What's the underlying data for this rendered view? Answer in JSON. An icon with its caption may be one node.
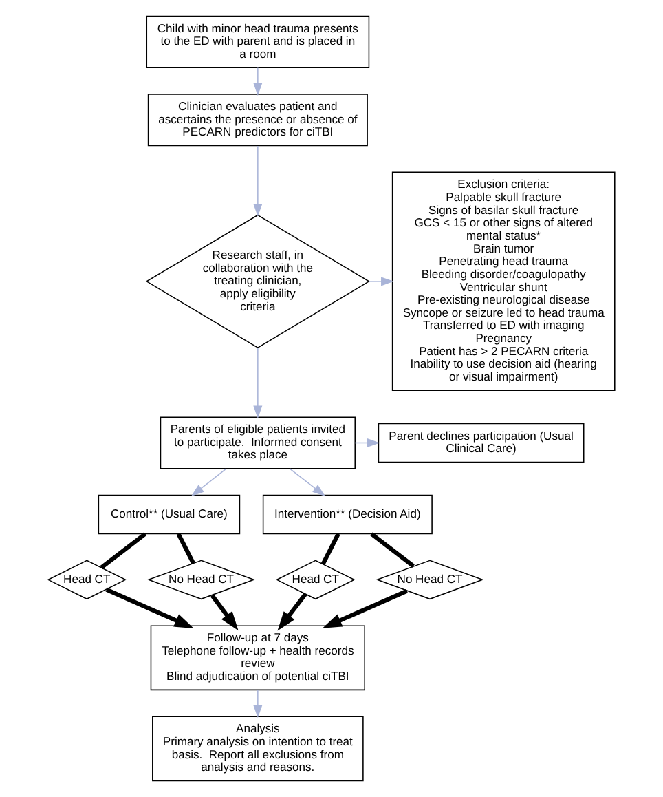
{
  "diagram": {
    "nodes": [
      {
        "text": [
          "Child with minor head trauma presents to the ED with parent and is placed in a room"
        ]
      },
      {
        "text": [
          "Clinician evaluates patient and ascertains the presence or absence of PECARN predictors for ciTBI"
        ]
      },
      {
        "text": [
          "Research staff, in collaboration with the treating clinician, apply eligibility criteria"
        ]
      },
      {
        "text": [
          "Exclusion criteria:",
          "Palpable skull fracture",
          "Signs of basilar skull fracture",
          "GCS < 15 or other signs of altered mental status*",
          "Brain tumor",
          "Penetrating head trauma",
          "Bleeding disorder/coagulopathy",
          "Ventricular shunt",
          "Pre-existing neurological disease",
          "Syncope or seizure led to head trauma",
          "Transferred to ED with imaging",
          "Pregnancy",
          "Patient has > 2 PECARN criteria",
          "Inability to use decision aid (hearing or visual impairment)"
        ]
      },
      {
        "text": [
          "Parents of eligible patients invited to participate.  Informed consent takes place"
        ]
      },
      {
        "text": [
          "Parent declines participation (Usual Clinical Care)"
        ]
      },
      {
        "text": [
          "Control** (Usual Care)"
        ]
      },
      {
        "text": [
          "Intervention** (Decision Aid)"
        ]
      },
      {
        "text": [
          "Head CT"
        ]
      },
      {
        "text": [
          "No Head CT"
        ]
      },
      {
        "text": [
          "Head CT"
        ]
      },
      {
        "text": [
          "No Head CT"
        ]
      },
      {
        "text": [
          "Follow-up at 7 days",
          "Telephone follow-up + health records review",
          "Blind adjudication of potential ciTBI"
        ]
      },
      {
        "text": [
          "Analysis",
          "Primary analysis on intention to treat basis.  Report all exclusions from analysis and reasons."
        ]
      }
    ],
    "edges": [
      {
        "from": 0,
        "to": 1,
        "arrow": "to"
      },
      {
        "from": 1,
        "to": 2,
        "arrow": "to"
      },
      {
        "from": 2,
        "to": 3,
        "arrow": "to"
      },
      {
        "from": 2,
        "to": 4,
        "arrow": "to"
      },
      {
        "from": 4,
        "to": 5,
        "arrow": "to"
      },
      {
        "from": 4,
        "to": 6,
        "arrow": "to"
      },
      {
        "from": 4,
        "to": 7,
        "arrow": "to"
      },
      {
        "from": 6,
        "to": 8,
        "arrow": "none",
        "style": "thick",
        "color": "#000000"
      },
      {
        "from": 6,
        "to": 9,
        "arrow": "none",
        "style": "thick",
        "color": "#000000"
      },
      {
        "from": 7,
        "to": 10,
        "arrow": "none",
        "style": "thick",
        "color": "#000000"
      },
      {
        "from": 7,
        "to": 11,
        "arrow": "none",
        "style": "thick",
        "color": "#000000"
      },
      {
        "from": 8,
        "to": 12,
        "arrow": "to",
        "style": "thick",
        "color": "#000000"
      },
      {
        "from": 9,
        "to": 12,
        "arrow": "to",
        "style": "thick",
        "color": "#000000"
      },
      {
        "from": 10,
        "to": 12,
        "arrow": "to",
        "style": "thick",
        "color": "#000000"
      },
      {
        "from": 11,
        "to": 12,
        "arrow": "to",
        "style": "thick",
        "color": "#000000"
      },
      {
        "from": 12,
        "to": 13,
        "arrow": "to"
      }
    ]
  }
}
